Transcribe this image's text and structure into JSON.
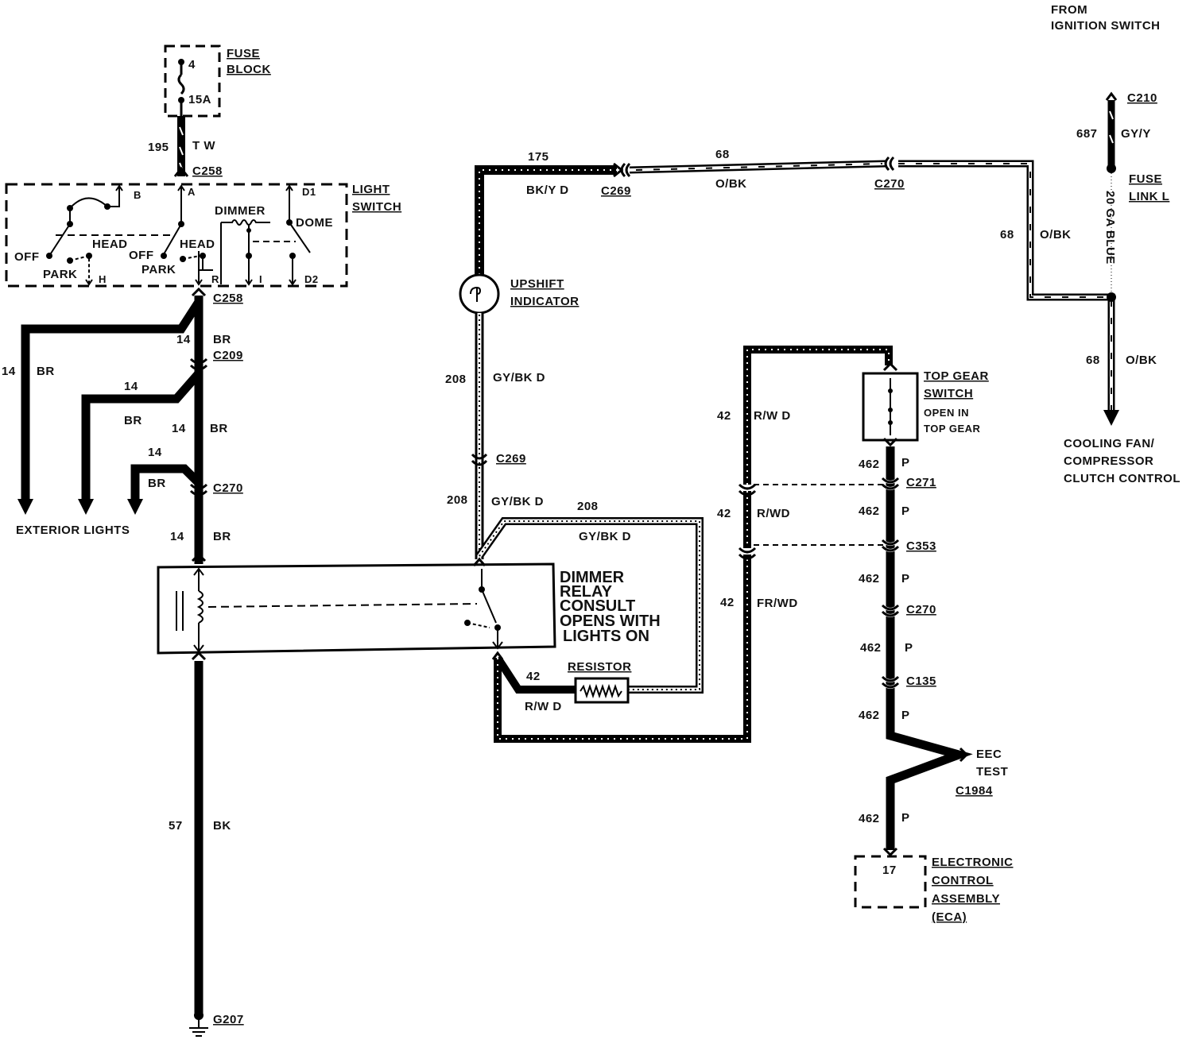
{
  "labels": {
    "from_ignition_1": "FROM",
    "from_ignition_2": "IGNITION SWITCH",
    "fuse_block_1": "FUSE",
    "fuse_block_2": "BLOCK",
    "fuse_num": "4",
    "fuse_amp": "15A",
    "w195": "195",
    "w195_color": "T W",
    "c258_top": "C258",
    "light_switch_1": "LIGHT",
    "light_switch_2": "SWITCH",
    "ls_b": "B",
    "ls_a": "A",
    "ls_d1": "D1",
    "ls_dimmer": "DIMMER",
    "ls_dome": "DOME",
    "ls_head1": "HEAD",
    "ls_head2": "HEAD",
    "ls_off1": "OFF",
    "ls_off2": "OFF",
    "ls_park1": "PARK",
    "ls_park2": "PARK",
    "ls_h": "H",
    "ls_r": "R",
    "ls_i": "I",
    "ls_d2": "D2",
    "c258_bot": "C258",
    "w14_a": "14",
    "br_a": "BR",
    "c209": "C209",
    "w14_left": "14",
    "br_left": "BR",
    "w14_b": "14",
    "br_b": "BR",
    "w14_c": "14",
    "br_c": "BR",
    "w14_d": "14",
    "br_d": "BR",
    "c270_left": "C270",
    "exterior_lights": "EXTERIOR LIGHTS",
    "w14_e": "14",
    "br_e": "BR",
    "relay_1": "DIMMER",
    "relay_2": "RELAY",
    "relay_3": "CONSULT",
    "relay_4": "OPENS WITH",
    "relay_5": "LIGHTS ON",
    "w57": "57",
    "bk57": "BK",
    "g207": "G207",
    "w175": "175",
    "bky175": "BK/Y D",
    "c269_top": "C269",
    "w68_top": "68",
    "obk_top": "O/BK",
    "c270_top": "C270",
    "upshift_1": "UPSHIFT",
    "upshift_2": "INDICATOR",
    "w208_a": "208",
    "gybk_a": "GY/BK D",
    "c269_mid": "C269",
    "w208_b": "208",
    "gybk_b": "GY/BK D",
    "w208_c": "208",
    "gybk_c": "GY/BK D",
    "resistor": "RESISTOR",
    "w42_res": "42",
    "rwd_res": "R/W D",
    "w42_a": "42",
    "rwd_a": "R/W D",
    "w42_b": "42",
    "rwd_b": "R/WD",
    "w42_c": "42",
    "rwd_c": "FR/WD",
    "c210": "C210",
    "w687": "687",
    "gyy": "GY/Y",
    "fuse_link_1": "FUSE",
    "fuse_link_2": "LINK L",
    "ga_blue": "20 GA BLUE",
    "w68_right": "68",
    "obk_right": "O/BK",
    "w68_down": "68",
    "obk_down": "O/BK",
    "cooling_1": "COOLING FAN/",
    "cooling_2": "COMPRESSOR",
    "cooling_3": "CLUTCH CONTROL",
    "topgear_1": "TOP GEAR",
    "topgear_2": "SWITCH",
    "topgear_3": "OPEN IN",
    "topgear_4": "TOP GEAR",
    "w462_a": "462",
    "p_a": "P",
    "c271": "C271",
    "w462_b": "462",
    "p_b": "P",
    "c353": "C353",
    "w462_c": "462",
    "p_c": "P",
    "c270_right": "C270",
    "w462_d": "462",
    "p_d": "P",
    "c135": "C135",
    "w462_e": "462",
    "p_e": "P",
    "eec_1": "EEC",
    "eec_2": "TEST",
    "c1984": "C1984",
    "w462_f": "462",
    "p_f": "P",
    "eca_pin": "17",
    "eca_1": "ELECTRONIC",
    "eca_2": "CONTROL",
    "eca_3": "ASSEMBLY",
    "eca_4": "(ECA)"
  }
}
